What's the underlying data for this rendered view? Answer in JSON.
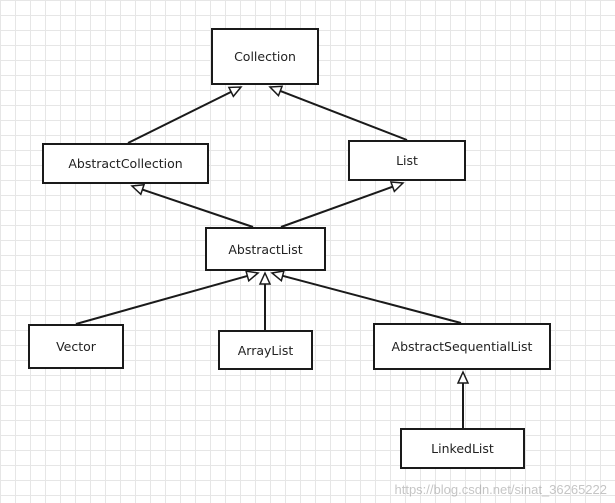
{
  "nodes": {
    "collection": "Collection",
    "abstract_collection": "AbstractCollection",
    "list": "List",
    "abstract_list": "AbstractList",
    "vector": "Vector",
    "array_list": "ArrayList",
    "abstract_sequential_list": "AbstractSequentialList",
    "linked_list": "LinkedList"
  },
  "edges": [
    {
      "from": "abstract_collection",
      "to": "collection"
    },
    {
      "from": "list",
      "to": "collection"
    },
    {
      "from": "abstract_list",
      "to": "abstract_collection"
    },
    {
      "from": "abstract_list",
      "to": "list"
    },
    {
      "from": "vector",
      "to": "abstract_list"
    },
    {
      "from": "array_list",
      "to": "abstract_list"
    },
    {
      "from": "abstract_sequential_list",
      "to": "abstract_list"
    },
    {
      "from": "linked_list",
      "to": "abstract_sequential_list"
    }
  ],
  "edge_style": {
    "arrowhead": "hollow-triangle",
    "color": "#1a1a1a"
  },
  "watermark": "https://blog.csdn.net/sinat_36265222"
}
